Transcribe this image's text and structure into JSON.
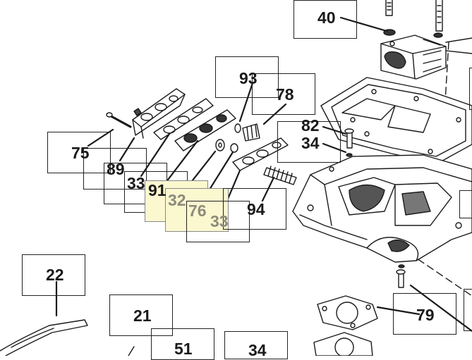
{
  "diagram": {
    "callouts": [
      {
        "id": "40",
        "text": "40",
        "highlight": false
      },
      {
        "id": "93",
        "text": "93",
        "highlight": false
      },
      {
        "id": "78",
        "text": "78",
        "highlight": false
      },
      {
        "id": "82",
        "text": "82",
        "highlight": false
      },
      {
        "id": "34a",
        "text": "34",
        "highlight": false
      },
      {
        "id": "75",
        "text": "75",
        "highlight": false
      },
      {
        "id": "89",
        "text": "89",
        "highlight": false
      },
      {
        "id": "33a",
        "text": "33",
        "highlight": false
      },
      {
        "id": "91",
        "text": "91",
        "highlight": false
      },
      {
        "id": "32",
        "text": "32",
        "highlight": true
      },
      {
        "id": "76",
        "text": "76",
        "highlight": true
      },
      {
        "id": "33b",
        "text": "33",
        "highlight": true
      },
      {
        "id": "94",
        "text": "94",
        "highlight": false
      },
      {
        "id": "22",
        "text": "22",
        "highlight": false
      },
      {
        "id": "21",
        "text": "21",
        "highlight": false
      },
      {
        "id": "51",
        "text": "51",
        "highlight": false
      },
      {
        "id": "34b",
        "text": "34",
        "highlight": false
      },
      {
        "id": "79",
        "text": "79",
        "highlight": false
      }
    ],
    "colors": {
      "line": "#1a1a1a",
      "highlight_fill": "#fbf7cf",
      "highlight_text": "#8c8c7c"
    }
  }
}
